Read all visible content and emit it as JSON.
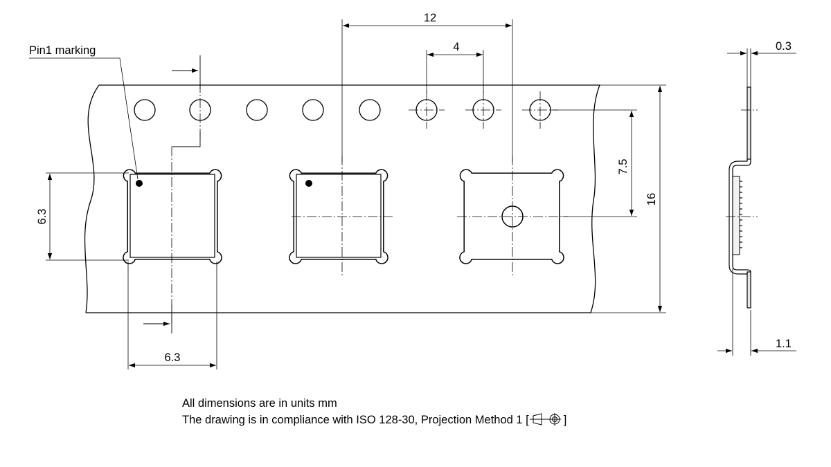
{
  "callout": {
    "pin1_label": "Pin1 marking"
  },
  "dimensions": {
    "pitch": "12",
    "hole_pitch": "4",
    "tape_width": "16",
    "hole_to_center": "7.5",
    "pocket_height": "6.3",
    "pocket_width": "6.3",
    "tape_thickness": "0.3",
    "pocket_depth": "1.1"
  },
  "notes": {
    "units": "All dimensions are in units mm",
    "compliance_prefix": "The drawing is in compliance with ISO 128-30, Projection Method 1 [",
    "compliance_suffix": "]"
  },
  "symbol": {
    "name": "projection-method-1-icon"
  }
}
